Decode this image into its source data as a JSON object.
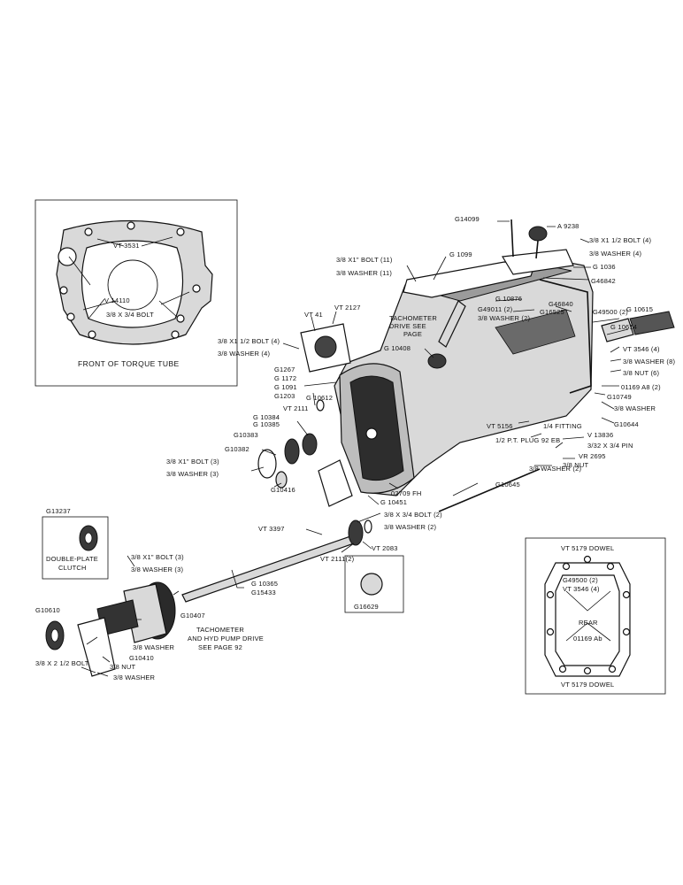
{
  "torque_tube_inset": {
    "caption": "FRONT OF TORQUE TUBE",
    "labels": [
      "VT 3531",
      "V 14110",
      "3/8 X 3/4 BOLT"
    ]
  },
  "rear_inset": {
    "labels": [
      "VT 5179 DOWEL",
      "G49500 (2)",
      "VT 3546 (4)",
      "REAR",
      "01169 Ab",
      "VT 5179 DOWEL"
    ]
  },
  "clutch_box": {
    "part": "G13237",
    "caption": [
      "DOUBLE-PLATE",
      "CLUTCH"
    ]
  },
  "small_box": {
    "part": "G16629"
  },
  "labels": {
    "g14099": "G14099",
    "a9238": "A 9238",
    "bolt4_top": "3/8 X1 1/2 BOLT (4)",
    "washer4_top": "3/8 WASHER (4)",
    "g1036": "G 1036",
    "g46842": "G46842",
    "g1099": "G 1099",
    "bolt11": "3/8 X1\" BOLT (11)",
    "washer11": "3/8 WASHER (11)",
    "g10876": "G 10876",
    "g16525": "G16525",
    "g46840": "G46840",
    "g49500": "G49500 (2)",
    "g10615": "G 10615",
    "g10614": "G 10614",
    "g49011": "G49011 (2)",
    "washer2": "3/8 WASHER (2)",
    "tach1": "TACHOMETER",
    "tach2": "DRIVE  SEE",
    "tach3": "PAGE",
    "vt3546": "VT 3546 (4)",
    "washer8": "3/8 WASHER (8)",
    "nut6": "3/8 NUT (6)",
    "o1169": "01169 A8 (2)",
    "g10749": "G10749",
    "washer_r": "3/8 WASHER",
    "g10644": "G10644",
    "vt41": "VT 41",
    "vt2127": "VT 2127",
    "bolt4_left": "3/8 X1 1/2 BOLT (4)",
    "washer4_left": "3/8 WASHER (4)",
    "g10408": "G 10408",
    "g1267": "G1267",
    "g1172": "G 1172",
    "g1091": "G 1091",
    "g1203": "G1203",
    "g10612": "G 10612",
    "vt2111": "VT 2111",
    "g10384": "G 10384",
    "g10385": "G 10385",
    "g10383": "G10383",
    "g10382": "G10382",
    "bolt3": "3/8 X1\" BOLT (3)",
    "washer3": "3/8 WASHER (3)",
    "g10416": "G10416",
    "vt5156": "VT 5156",
    "fitting": "1/4 FITTING",
    "ptplug": "1/2 P.T. PLUG  92 EB",
    "vi3836": "V 13836",
    "pin": "3/32 X 3/4 PIN",
    "vr2695": "VR 2695",
    "washer2b": "3/8 WASHER (2)",
    "nut": "3/8 NUT",
    "o2709": "02709 FH",
    "g10645": "G10645",
    "g10451": "G 10451",
    "bolt2": "3/8 X 3/4 BOLT (2)",
    "washer2c": "3/8 WASHER  (2)",
    "vt3397": "VT 3397",
    "vt2111b": "VT 2111(2)",
    "vt2083": "VT 2083",
    "bolt3b": "3/8 X1\" BOLT (3)",
    "washer3b": "3/8 WASHER (3)",
    "g10365": "G 10365",
    "g15433": "G15433",
    "g10610": "G10610",
    "g10407": "G10407",
    "tach_b1": "TACHOMETER",
    "tach_b2": "AND HYD PUMP DRIVE",
    "tach_b3": "SEE  PAGE 92",
    "washer_b": "3/8 WASHER",
    "g10410": "G10410",
    "nut_b": "3/8 NUT",
    "washer_b2": "3/8 WASHER",
    "bolt_b": "3/8 X 2 1/2 BOLT"
  }
}
